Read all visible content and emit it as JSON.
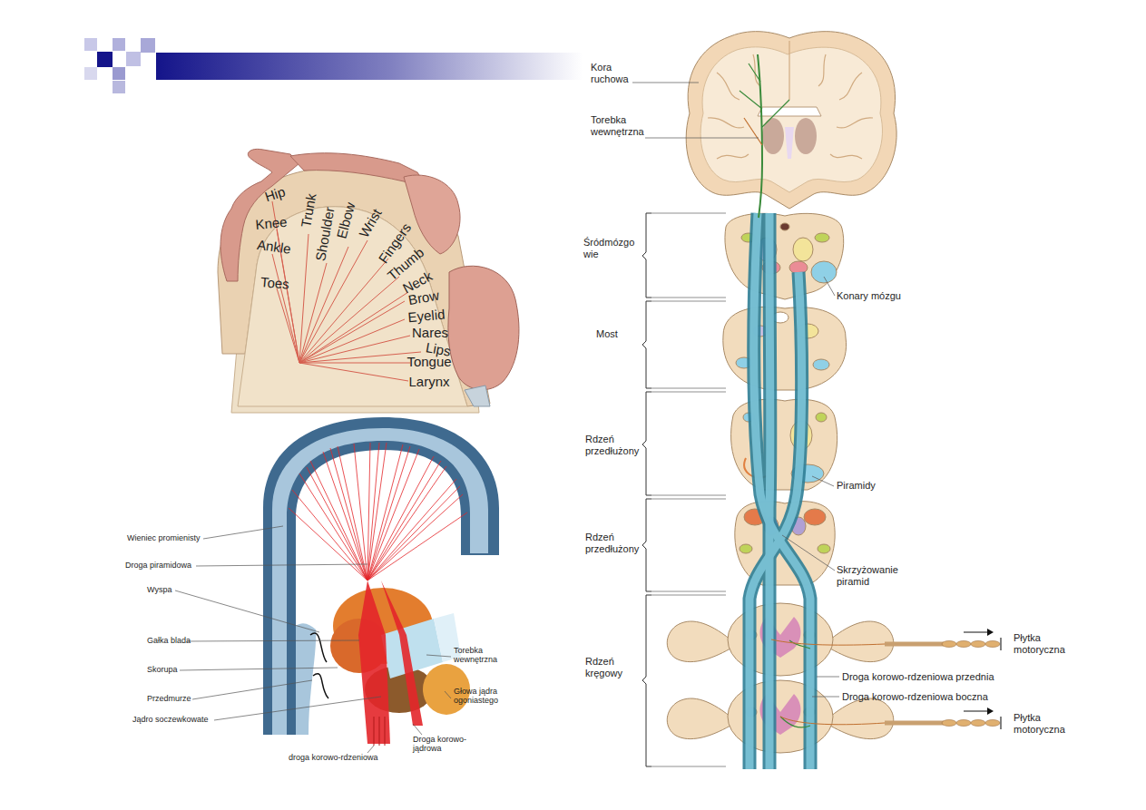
{
  "diagram": {
    "labels": [
      "Hip",
      "Trunk",
      "Shoulder",
      "Elbow",
      "Wrist",
      "Fingers",
      "Thumb",
      "Neck",
      "Knee",
      "Ankle",
      "Toes",
      "Brow",
      "Eyelid",
      "Nares",
      "Lips",
      "Tongue",
      "Larynx",
      "Wieniec promienisty",
      "Droga piramidowa",
      "Wyspa",
      "Gałka blada",
      "Torebka wewnętrzna",
      "Skorupa",
      "Głowa jądra ogoniastego",
      "Przedmurze",
      "Jądro soczewkowate",
      "Droga korowo-jądrowa",
      "droga korowo-rdzeniowa",
      "Kora ruchowa",
      "Torebka wewnętrzna",
      "Śródmózgo wie",
      "Konary mózgu",
      "Most",
      "Rdzeń przedłużony",
      "Piramidy",
      "Rdzeń przedłużony",
      "Skrzyżowanie piramid",
      "Rdzeń kręgowy",
      "Płytka motoryczna",
      "Droga korowo-rdzeniowa przednia",
      "Droga korowo-rdzeniowa boczna",
      "Płytka motoryczna"
    ]
  }
}
